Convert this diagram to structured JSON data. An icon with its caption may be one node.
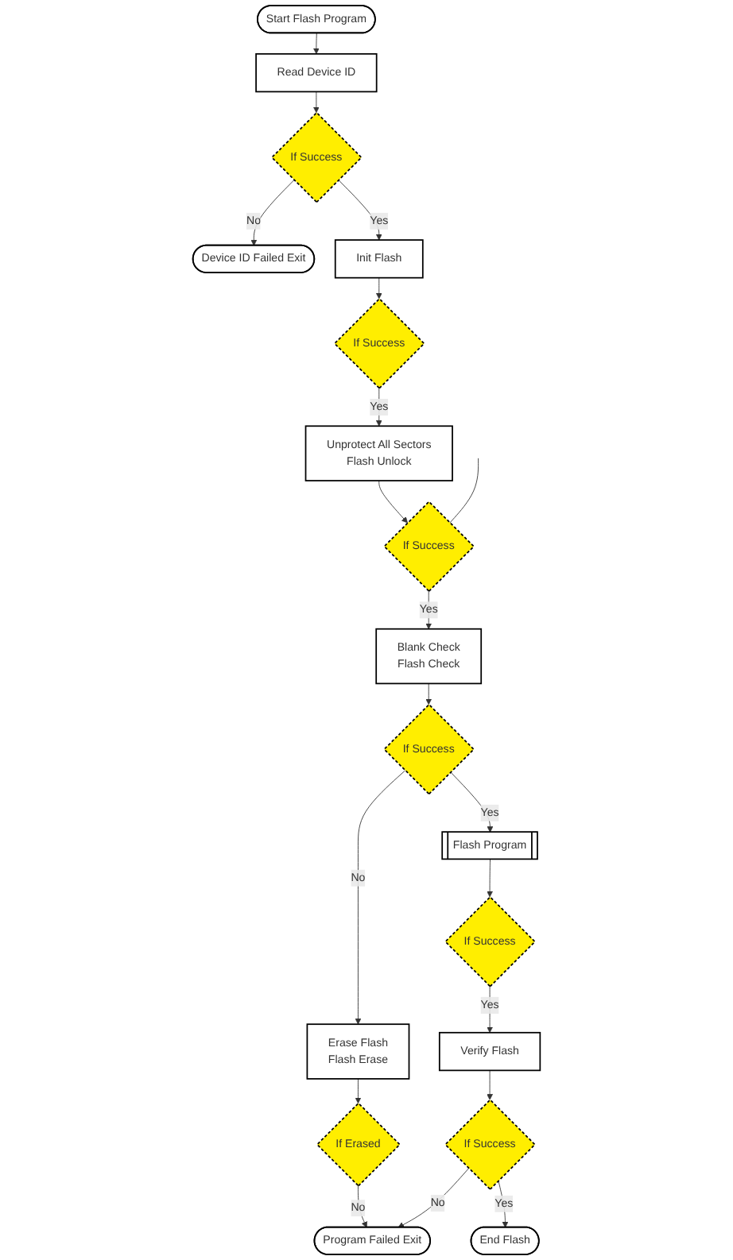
{
  "diagram": {
    "nodes": [
      {
        "text": [
          "Start Flash Program"
        ]
      },
      {
        "text": [
          "Read Device ID"
        ]
      },
      {
        "text": [
          "If Success"
        ]
      },
      {
        "text": [
          "Device ID Failed Exit"
        ]
      },
      {
        "text": [
          "Init Flash"
        ]
      },
      {
        "text": [
          "If Success"
        ]
      },
      {
        "text": [
          "Unprotect All Sectors",
          "Flash Unlock"
        ]
      },
      {
        "text": [
          "If Success"
        ]
      },
      {
        "text": [
          "Blank Check",
          "Flash Check"
        ]
      },
      {
        "text": [
          "If Success"
        ]
      },
      {
        "text": [
          "Erase Flash",
          "Flash Erase"
        ]
      },
      {
        "text": [
          "If Erased"
        ]
      },
      {
        "text": [
          "Flash Program"
        ]
      },
      {
        "text": [
          "If Success"
        ]
      },
      {
        "text": [
          "Verify Flash"
        ]
      },
      {
        "text": [
          "If Success"
        ]
      },
      {
        "text": [
          "End Flash"
        ]
      },
      {
        "text": [
          "Program Failed Exit"
        ]
      }
    ],
    "edges": [
      {
        "from": 0,
        "to": 1,
        "arrow": "to"
      },
      {
        "from": 1,
        "to": 2,
        "arrow": "to"
      },
      {
        "from": 2,
        "to": 3,
        "arrow": "to",
        "label": "No"
      },
      {
        "from": 2,
        "to": 4,
        "arrow": "to",
        "label": "Yes"
      },
      {
        "from": 4,
        "to": 5,
        "arrow": "to"
      },
      {
        "from": 5,
        "to": 6,
        "arrow": "to",
        "label": "Yes"
      },
      {
        "from": 6,
        "to": 7,
        "arrow": "to"
      },
      {
        "from": null,
        "to": 7,
        "arrow": "none"
      },
      {
        "from": 7,
        "to": 8,
        "arrow": "to",
        "label": "Yes"
      },
      {
        "from": 8,
        "to": 9,
        "arrow": "to"
      },
      {
        "from": 9,
        "to": 10,
        "arrow": "to",
        "label": "No"
      },
      {
        "from": 9,
        "to": 12,
        "arrow": "to",
        "label": "Yes"
      },
      {
        "from": 10,
        "to": 11,
        "arrow": "to"
      },
      {
        "from": 11,
        "to": 17,
        "arrow": "to",
        "label": "No"
      },
      {
        "from": 12,
        "to": 13,
        "arrow": "to"
      },
      {
        "from": 13,
        "to": 14,
        "arrow": "to",
        "label": "Yes"
      },
      {
        "from": 14,
        "to": 15,
        "arrow": "to"
      },
      {
        "from": 15,
        "to": 16,
        "arrow": "to",
        "label": "Yes"
      },
      {
        "from": 15,
        "to": 17,
        "arrow": "to",
        "label": "No"
      }
    ]
  }
}
